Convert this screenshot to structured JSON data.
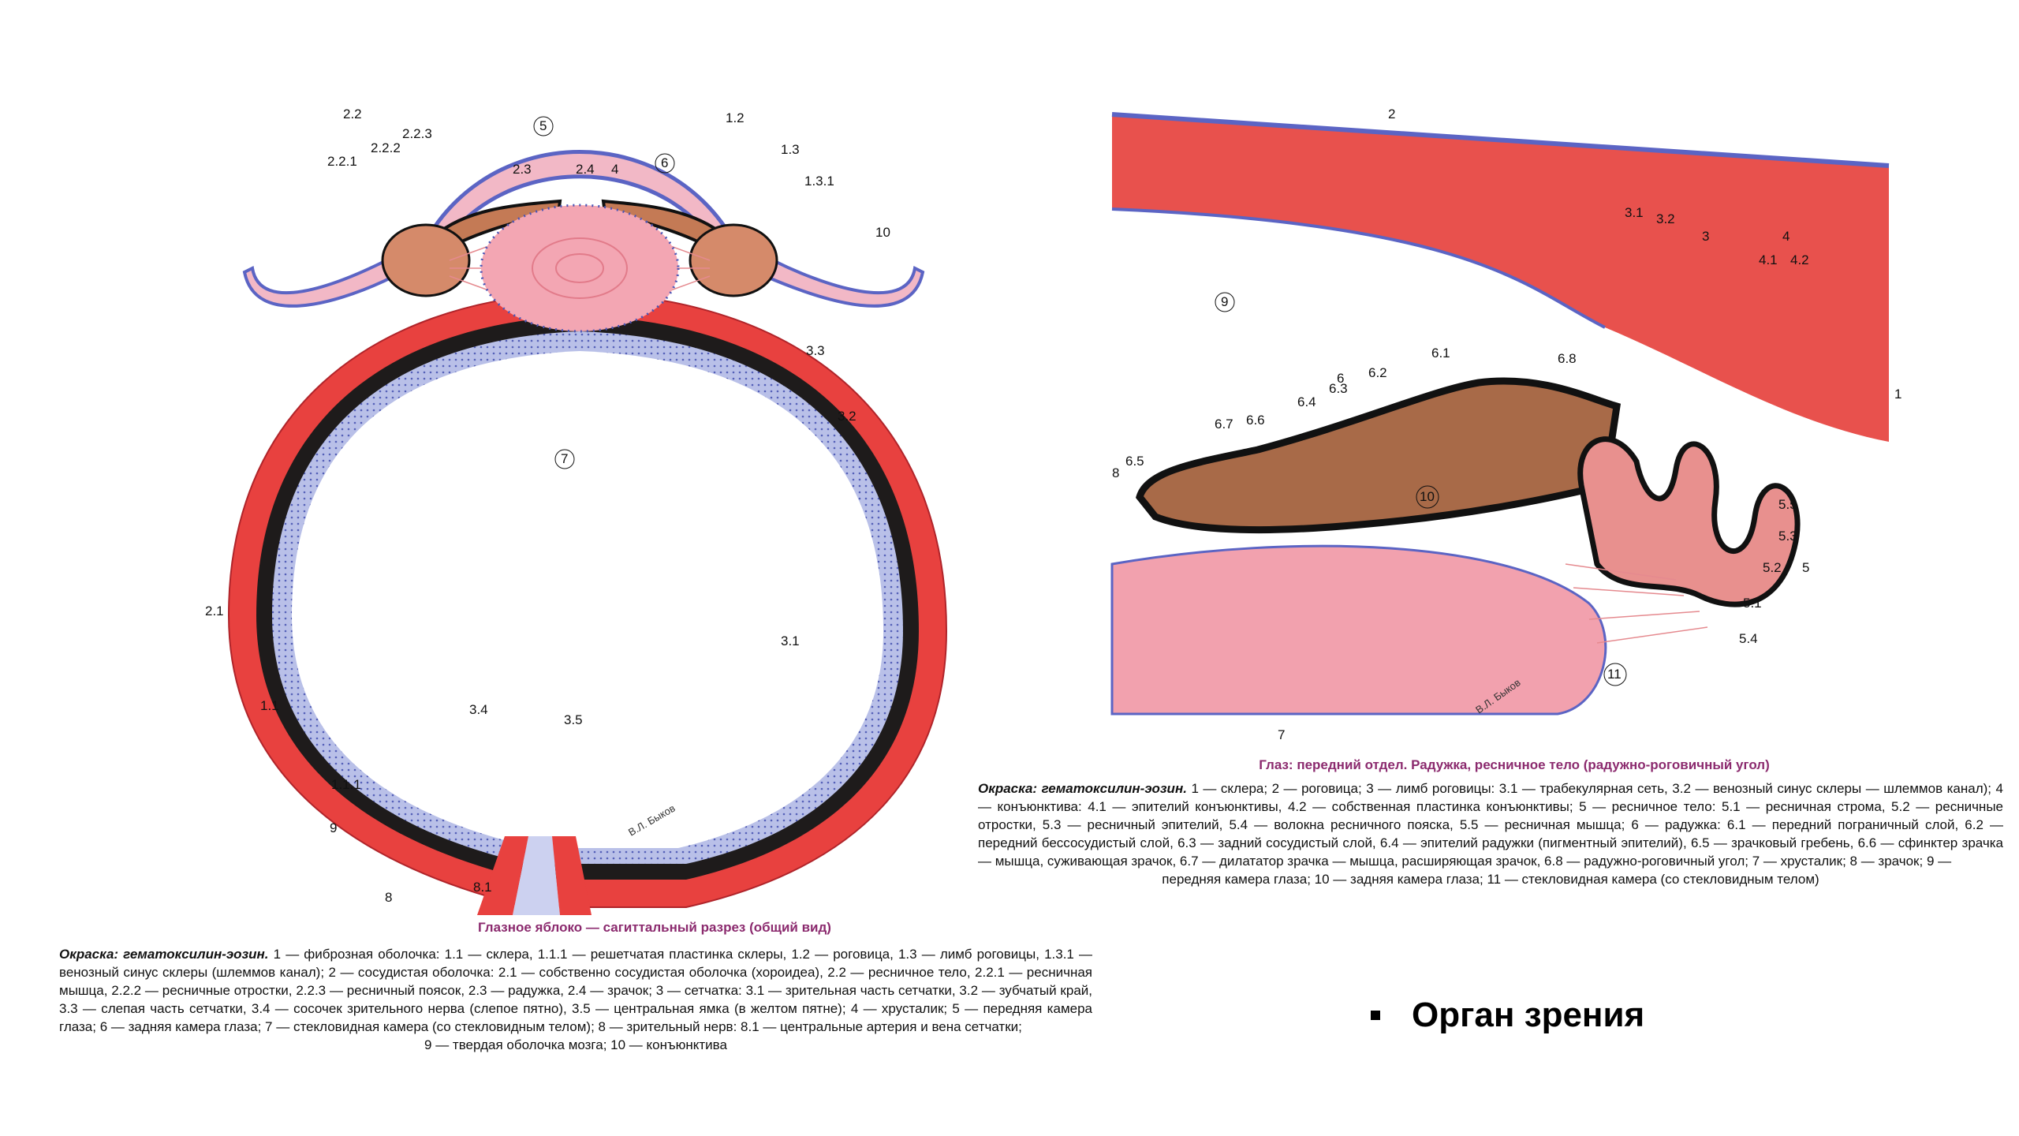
{
  "left": {
    "caption_title": "Глазное яблоко — сагиттальный разрез (общий вид)",
    "legend_head": "Окраска: гематоксилин-эозин.",
    "legend_text": "1 — фиброзная оболочка: 1.1 — склера, 1.1.1 — решетчатая пластинка склеры, 1.2 — роговица, 1.3 — лимб роговицы, 1.3.1 — венозный синус склеры (шлеммов канал); 2 — сосудистая оболочка: 2.1 — собственно сосудистая оболочка (хороидеа), 2.2 — ресничное тело, 2.2.1 — ресничная мышца, 2.2.2 — ресничные отростки, 2.2.3 — ресничный поясок, 2.3 — радужка, 2.4 — зрачок; 3 — сетчатка: 3.1 — зрительная часть сетчатки, 3.2 — зубчатый край, 3.3 — слепая часть сетчатки, 3.4 — сосочек зрительного нерва (слепое пятно), 3.5 — центральная ямка (в желтом пятне); 4 — хрусталик; 5 — передняя камера глаза; 6 — задняя камера глаза; 7 — стекловидная камера (со стекловидным телом); 8 — зрительный нерв: 8.1 — центральные артерия и вена сетчатки;",
    "legend_last": "9 — твердая оболочка мозга; 10 — конъюнктива",
    "labels": {
      "l22": "2.2",
      "l223": "2.2.3",
      "l221": "2.2.1",
      "l222": "2.2.2",
      "l5": "5",
      "l12": "1.2",
      "l13": "1.3",
      "l131": "1.3.1",
      "l23": "2.3",
      "l24": "2.4",
      "l4": "4",
      "l6": "6",
      "l10": "10",
      "l33": "3.3",
      "l32": "3.2",
      "l7": "7",
      "l21": "2.1",
      "l31": "3.1",
      "l11": "1.1",
      "l34": "3.4",
      "l35": "3.5",
      "l111": "1.1.1",
      "l9": "9",
      "l8": "8",
      "l81": "8.1"
    },
    "signature": "В.Л. Быков"
  },
  "right": {
    "caption_title": "Глаз: передний отдел. Радужка, ресничное тело (радужно-роговичный угол)",
    "legend_head": "Окраска: гематоксилин-эозин.",
    "legend_text": "1 — склера; 2 — роговица; 3 — лимб роговицы: 3.1 — трабекулярная сеть, 3.2 — венозный синус склеры — шлеммов канал); 4 — конъюнктива: 4.1 — эпителий конъюнктивы, 4.2 — собственная пластинка конъюнктивы; 5 — ресничное тело: 5.1 — ресничная строма, 5.2 — ресничные отростки, 5.3 — ресничный эпителий, 5.4 — волокна ресничного пояска, 5.5 — ресничная мышца; 6 — радужка: 6.1 — передний пограничный слой, 6.2 — передний бессосудистый слой, 6.3 — задний сосудистый слой, 6.4 — эпителий радужки (пигментный эпителий), 6.5 — зрачковый гребень, 6.6 — сфинктер зрачка — мышца, суживающая зрачок, 6.7 — дилататор зрачка — мышца, расширяющая зрачок, 6.8 — радужно-роговичный угол; 7 — хрусталик; 8 — зрачок; 9 —",
    "legend_last": "передняя камера глаза; 10 — задняя камера глаза; 11 — стекловидная камера (со стекловидным телом)",
    "labels": {
      "r2": "2",
      "r31": "3.1",
      "r32": "3.2",
      "r3": "3",
      "r4": "4",
      "r41": "4.1",
      "r42": "4.2",
      "r9": "9",
      "r68": "6.8",
      "r1": "1",
      "r6": "6",
      "r61": "6.1",
      "r62": "6.2",
      "r63": "6.3",
      "r64": "6.4",
      "r66": "6.6",
      "r67": "6.7",
      "r65": "6.5",
      "r8": "8",
      "r10": "10",
      "r55": "5.5",
      "r53": "5.3",
      "r52": "5.2",
      "r5": "5",
      "r51": "5.1",
      "r54": "5.4",
      "r11": "11",
      "r7": "7"
    },
    "signature": "В.Л. Быков"
  },
  "bullet_heading": "Орган зрения",
  "colors": {
    "sclera": "#e8413f",
    "retina": "#a9b3e3",
    "choroid": "#222222",
    "lens": "#f3a6b3",
    "caption": "#8b2a6e"
  }
}
